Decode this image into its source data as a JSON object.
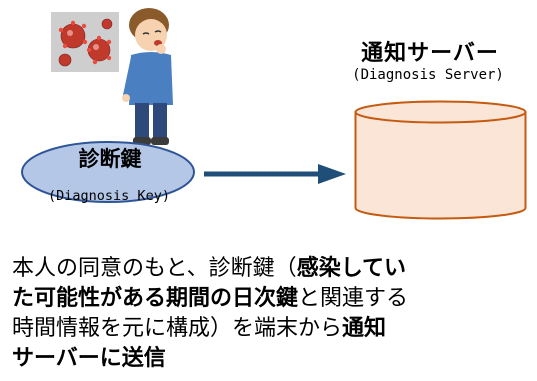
{
  "server": {
    "title": "通知サーバー",
    "subtitle": "(Diagnosis Server)"
  },
  "key": {
    "title": "診断鍵",
    "subtitle": "(Diagnosis Key)"
  },
  "description": {
    "line1_normal": "本人の同意のもと、診断鍵（",
    "line1_bold": "感染してい",
    "line2_bold": "た可能性がある期間の日次鍵",
    "line2_normal": "と関連する",
    "line3_normal": "時間情報を元に構成）を端末から",
    "line3_bold": "通知",
    "line4_bold": "サーバーに送信"
  },
  "colors": {
    "key_fill": "#b4c7e7",
    "key_stroke": "#2f5597",
    "server_fill": "#fbe5d6",
    "server_stroke": "#c55a11",
    "arrow": "#1f4e79"
  }
}
